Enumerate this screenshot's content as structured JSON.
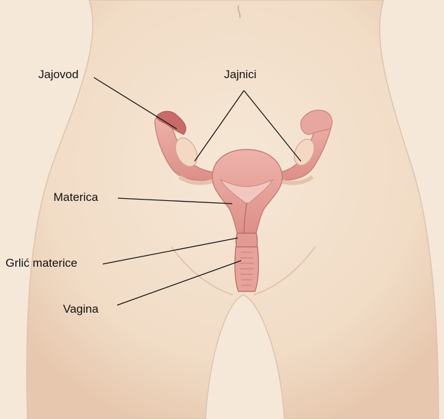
{
  "labels": {
    "jajovod": "Jajovod",
    "jajnici": "Jajnici",
    "materica": "Materica",
    "grlic_materice": "Grlić materice",
    "vagina": "Vagina"
  },
  "colors": {
    "background": "#f7eadc",
    "skin": "#f3dfc9",
    "skin_shadow": "#e8c9b0",
    "outline": "#dcc6b2",
    "organ": "#e9a6a0",
    "organ_dark": "#c9706d",
    "organ_light": "#f3c3bc",
    "line": "#111111"
  }
}
